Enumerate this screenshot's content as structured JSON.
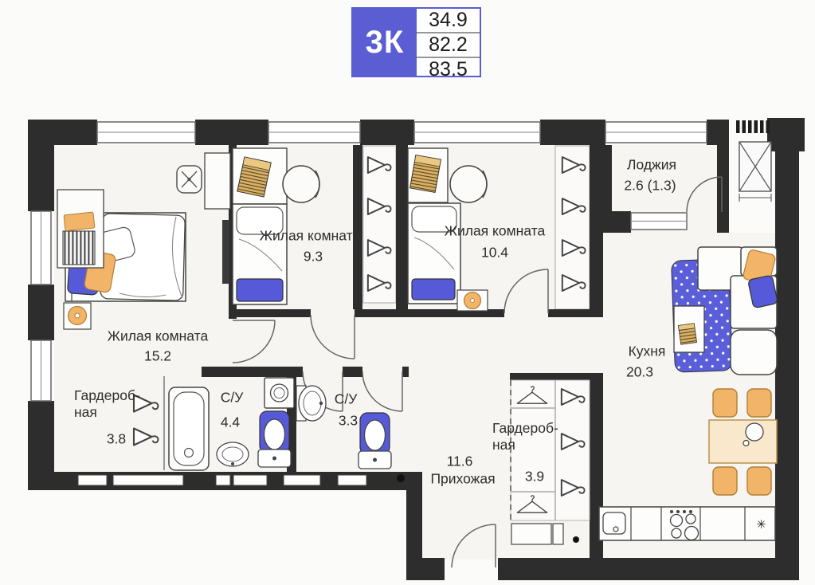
{
  "legend": {
    "type": "3К",
    "area_living": "34.9",
    "area_usable": "82.2",
    "area_total": "83.5"
  },
  "rooms": {
    "living15": {
      "name": "Жилая комната",
      "area": "15.2"
    },
    "living9": {
      "name": "Жилая комната",
      "area": "9.3"
    },
    "living10": {
      "name": "Жилая комната",
      "area": "10.4"
    },
    "loggia": {
      "name": "Лоджия",
      "area": "2.6 (1.3)"
    },
    "kitchen": {
      "name": "Кухня",
      "area": "20.3"
    },
    "wardrobe_left": {
      "name1": "Гардероб-",
      "name2": "ная",
      "area": "3.8"
    },
    "bath_large": {
      "name": "С/У",
      "area": "4.4"
    },
    "bath_small": {
      "name": "С/У",
      "area": "3.3"
    },
    "hallway": {
      "area": "11.6",
      "name": "Прихожая"
    },
    "wardrobe_right": {
      "name1": "Гардероб-",
      "name2": "ная",
      "area": "3.9"
    }
  },
  "symbols": {
    "fridge": "✳"
  },
  "colors": {
    "accent_blue": "#5a5ed2",
    "furniture_blue": "#575ad8",
    "furniture_orange": "#f2b469",
    "wall_dark": "#2d2d2d",
    "table_beige": "#f9e8cb"
  }
}
